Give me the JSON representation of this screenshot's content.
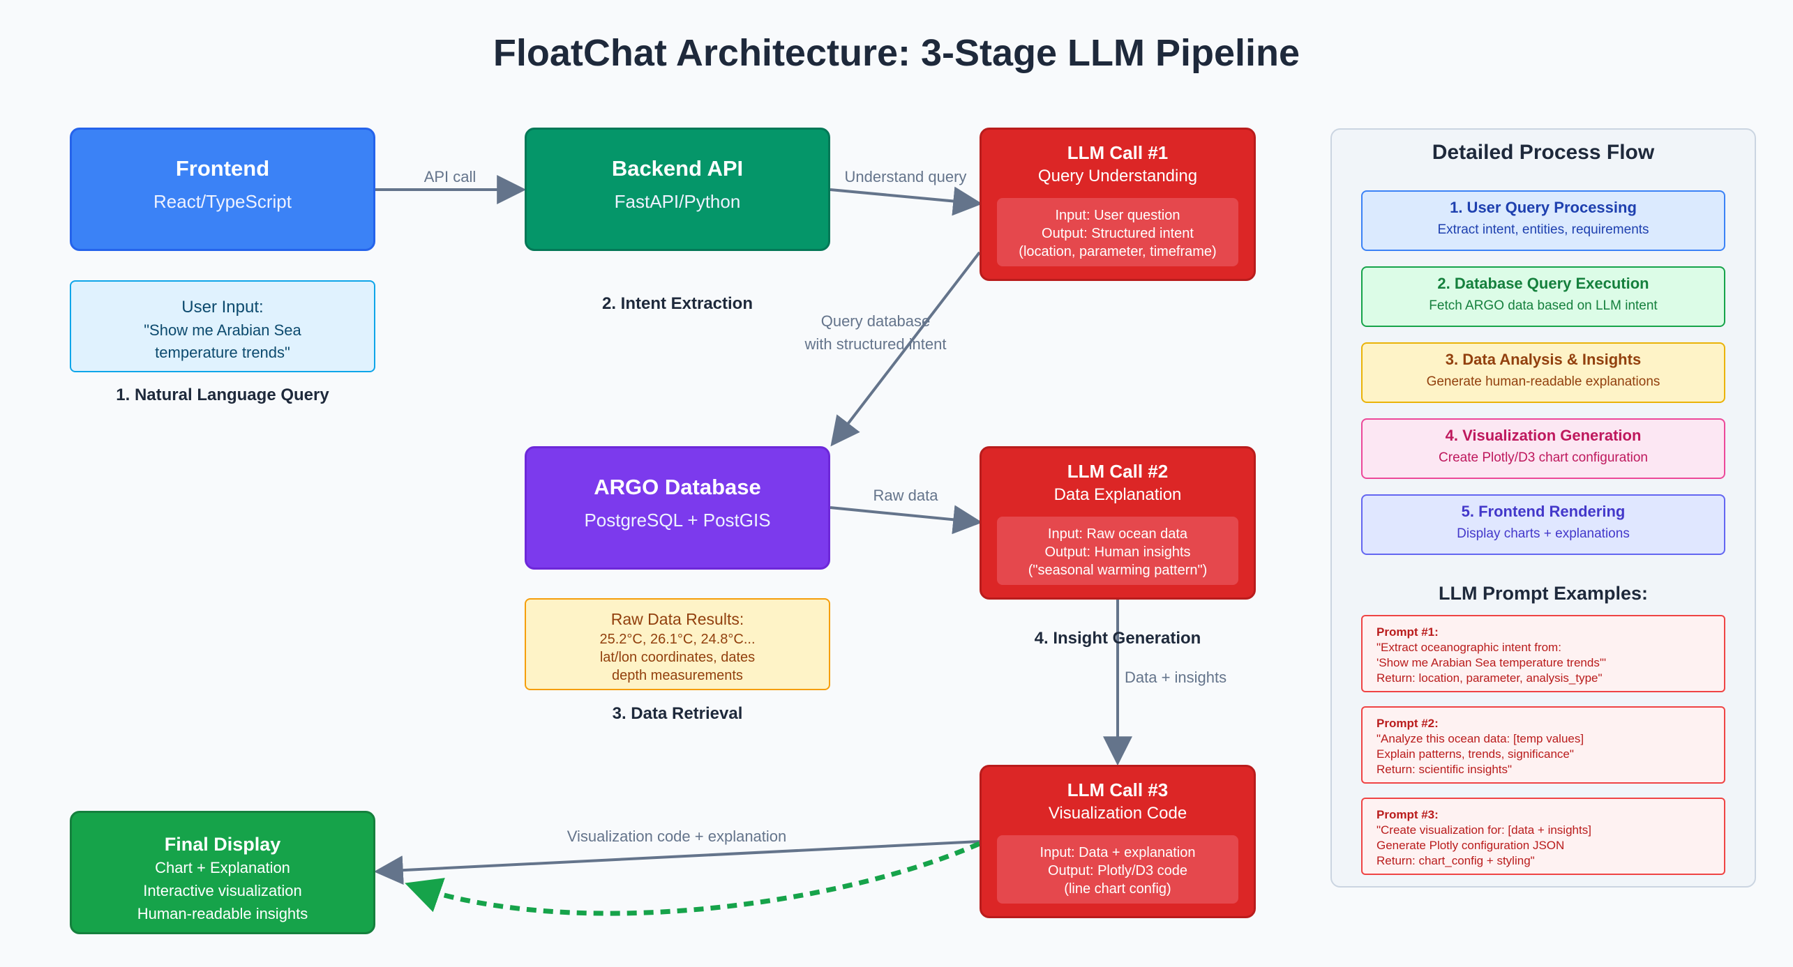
{
  "title": "FloatChat Architecture: 3-Stage LLM Pipeline",
  "nodes": {
    "frontend": {
      "title": "Frontend",
      "subtitle": "React/TypeScript"
    },
    "backend": {
      "title": "Backend API",
      "subtitle": "FastAPI/Python"
    },
    "database": {
      "title": "ARGO Database",
      "subtitle": "PostgreSQL + PostGIS"
    },
    "llm1": {
      "title": "LLM Call #1",
      "subtitle": "Query Understanding",
      "lines": [
        "Input: User question",
        "Output: Structured intent",
        "(location, parameter, timeframe)"
      ]
    },
    "llm2": {
      "title": "LLM Call #2",
      "subtitle": "Data Explanation",
      "lines": [
        "Input: Raw ocean data",
        "Output: Human insights",
        "(\"seasonal warming pattern\")"
      ]
    },
    "llm3": {
      "title": "LLM Call #3",
      "subtitle": "Visualization Code",
      "lines": [
        "Input: Data + explanation",
        "Output: Plotly/D3 code",
        "(line chart config)"
      ]
    },
    "final": {
      "title": "Final Display",
      "lines": [
        "Chart + Explanation",
        "Interactive visualization",
        "Human-readable insights"
      ]
    },
    "user_input": {
      "lines": [
        "User Input:",
        "\"Show me Arabian Sea",
        "temperature trends\""
      ]
    },
    "raw_results": {
      "lines": [
        "Raw Data Results:",
        "25.2°C, 26.1°C, 24.8°C...",
        "lat/lon coordinates, dates",
        "depth measurements"
      ]
    }
  },
  "stage_labels": {
    "s1": "1. Natural Language Query",
    "s2": "2. Intent Extraction",
    "s3": "3. Data Retrieval",
    "s4": "4. Insight Generation"
  },
  "edge_labels": {
    "api_call": "API call",
    "understand_query": "Understand query",
    "query_db_1": "Query database",
    "query_db_2": "with structured intent",
    "raw_data": "Raw data",
    "data_insights": "Data + insights",
    "viz_code": "Visualization code + explanation"
  },
  "process_flow": {
    "title": "Detailed Process Flow",
    "items": [
      {
        "title": "1. User Query Processing",
        "desc": "Extract intent, entities, requirements",
        "bg": "#dbeafe",
        "border": "#3b82f6",
        "color": "#1e40af"
      },
      {
        "title": "2. Database Query Execution",
        "desc": "Fetch ARGO data based on LLM intent",
        "bg": "#dcfce7",
        "border": "#16a34a",
        "color": "#15803d"
      },
      {
        "title": "3. Data Analysis & Insights",
        "desc": "Generate human-readable explanations",
        "bg": "#fef3c7",
        "border": "#eab308",
        "color": "#92400e"
      },
      {
        "title": "4. Visualization Generation",
        "desc": "Create Plotly/D3 chart configuration",
        "bg": "#fce7f3",
        "border": "#ec4899",
        "color": "#be185d"
      },
      {
        "title": "5. Frontend Rendering",
        "desc": "Display charts + explanations",
        "bg": "#e0e7ff",
        "border": "#6366f1",
        "color": "#4338ca"
      }
    ]
  },
  "prompt_examples": {
    "title": "LLM Prompt Examples:",
    "items": [
      {
        "title": "Prompt #1:",
        "lines": [
          "\"Extract oceanographic intent from:",
          "'Show me Arabian Sea temperature trends'\"",
          "Return: location, parameter, analysis_type\""
        ]
      },
      {
        "title": "Prompt #2:",
        "lines": [
          "\"Analyze this ocean data: [temp values]",
          "Explain patterns, trends, significance\"",
          "Return: scientific insights\""
        ]
      },
      {
        "title": "Prompt #3:",
        "lines": [
          "\"Create visualization for: [data + insights]",
          "Generate Plotly configuration JSON",
          "Return: chart_config + styling\""
        ]
      }
    ]
  },
  "colors": {
    "frontend": "#3b82f6",
    "backend": "#059669",
    "database": "#7c3aed",
    "llm": "#dc2626",
    "final": "#16a34a",
    "arrow": "#64748b",
    "feedback": "#16a34a"
  }
}
